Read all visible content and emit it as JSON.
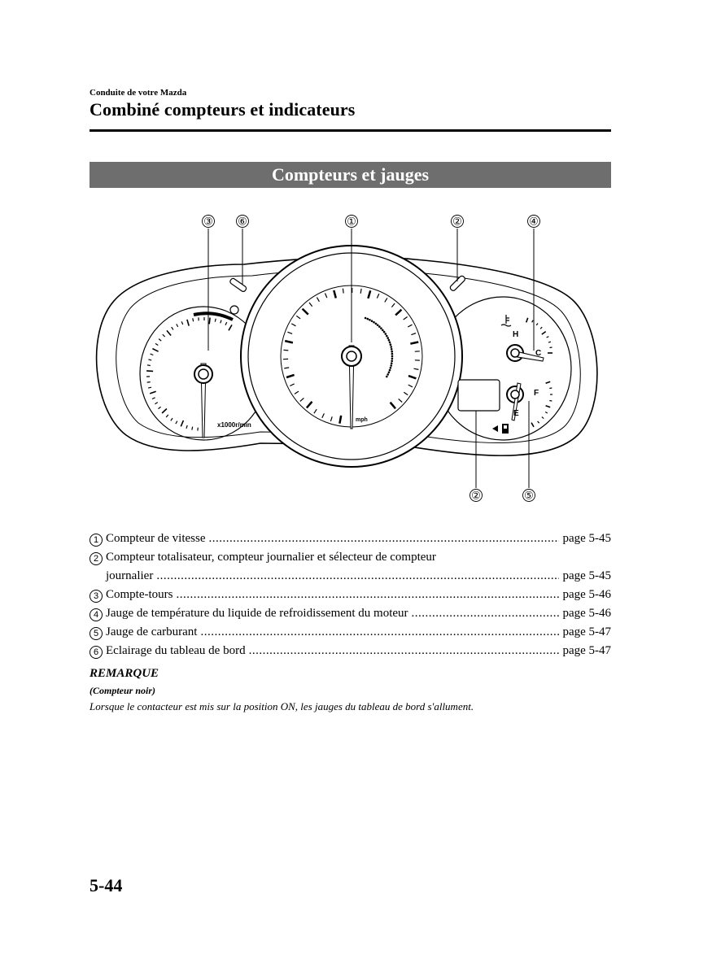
{
  "header": {
    "section": "Conduite de votre Mazda",
    "title": "Combiné compteurs et indicateurs"
  },
  "banner": "Compteurs et jauges",
  "figure": {
    "callouts": [
      "①",
      "②",
      "③",
      "④",
      "⑤",
      "⑥"
    ],
    "tacho_unit": "x1000r/min",
    "speed_unit": "mph",
    "temp_high": "H",
    "temp_cold": "C",
    "fuel_full": "F",
    "fuel_empty": "E"
  },
  "legend": [
    {
      "num": "1",
      "label": "Compteur de vitesse",
      "page": "page 5-45"
    },
    {
      "num": "2",
      "label": "Compteur totalisateur, compteur journalier et sélecteur de compteur",
      "cont": "journalier",
      "page": "page 5-45"
    },
    {
      "num": "3",
      "label": "Compte-tours",
      "page": "page 5-46"
    },
    {
      "num": "4",
      "label": "Jauge de température du liquide de refroidissement du moteur",
      "page": "page 5-46"
    },
    {
      "num": "5",
      "label": "Jauge de carburant",
      "page": "page 5-47"
    },
    {
      "num": "6",
      "label": "Eclairage du tableau de bord",
      "page": "page 5-47"
    }
  ],
  "note": {
    "heading": "REMARQUE",
    "subheading": "(Compteur noir)",
    "text": "Lorsque le contacteur est mis sur la position ON, les jauges du tableau de bord s'allument."
  },
  "page_number": "5-44"
}
